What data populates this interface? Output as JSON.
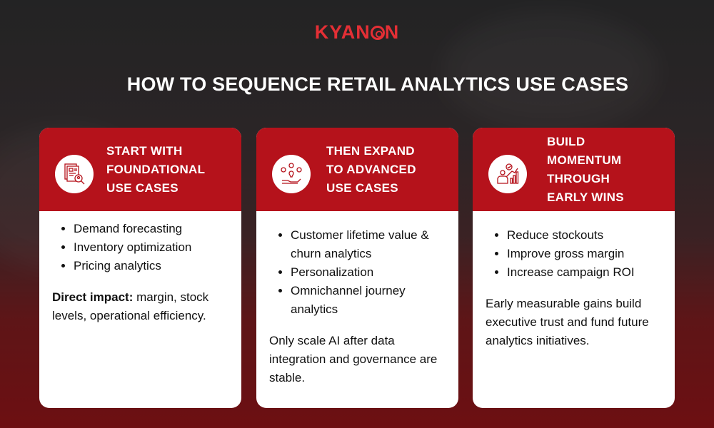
{
  "brand": {
    "logo_text_1": "KYAN",
    "logo_text_2": "N",
    "color": "#e42f35"
  },
  "title": "HOW TO SEQUENCE RETAIL ANALYTICS USE CASES",
  "cards": [
    {
      "heading": [
        "START WITH",
        "FOUNDATIONAL",
        "USE CASES"
      ],
      "icon": "document-search-icon",
      "bullets": [
        "Demand forecasting",
        "Inventory optimization",
        "Pricing analytics"
      ],
      "note_bold": "Direct impact:",
      "note": " margin, stock levels, operational efficiency."
    },
    {
      "heading": [
        "THEN EXPAND",
        "TO ADVANCED",
        "USE CASES"
      ],
      "icon": "idea-gears-hand-icon",
      "bullets": [
        "Customer lifetime value & churn analytics",
        "Personalization",
        "Omnichannel journey analytics"
      ],
      "note_bold": "",
      "note": "Only scale AI after data integration and governance are stable."
    },
    {
      "heading": [
        "BUILD",
        "MOMENTUM",
        "THROUGH",
        "EARLY WINS"
      ],
      "icon": "person-growth-chart-icon",
      "bullets": [
        "Reduce stockouts",
        "Improve gross margin",
        "Increase campaign ROI"
      ],
      "note_bold": "",
      "note": "Early measurable gains build executive trust and fund future analytics initiatives."
    }
  ],
  "colors": {
    "header_red": "#b5121b",
    "card_bg": "#ffffff"
  }
}
